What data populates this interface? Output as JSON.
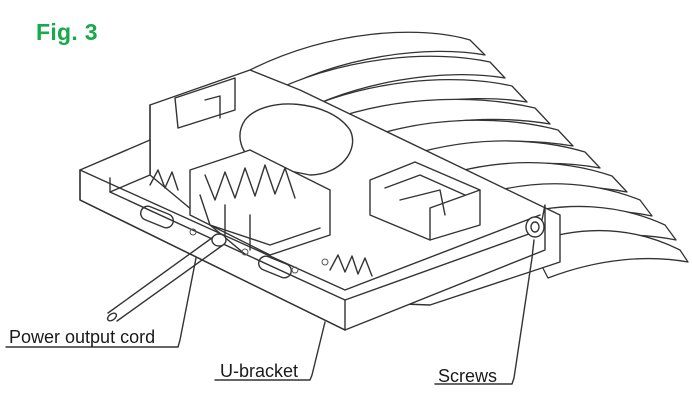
{
  "figure": {
    "title": "Fig. 3",
    "title_color": "#18a94a"
  },
  "labels": {
    "power_output_cord": "Power output cord",
    "u_bracket": "U-bracket",
    "screws": "Screws"
  }
}
